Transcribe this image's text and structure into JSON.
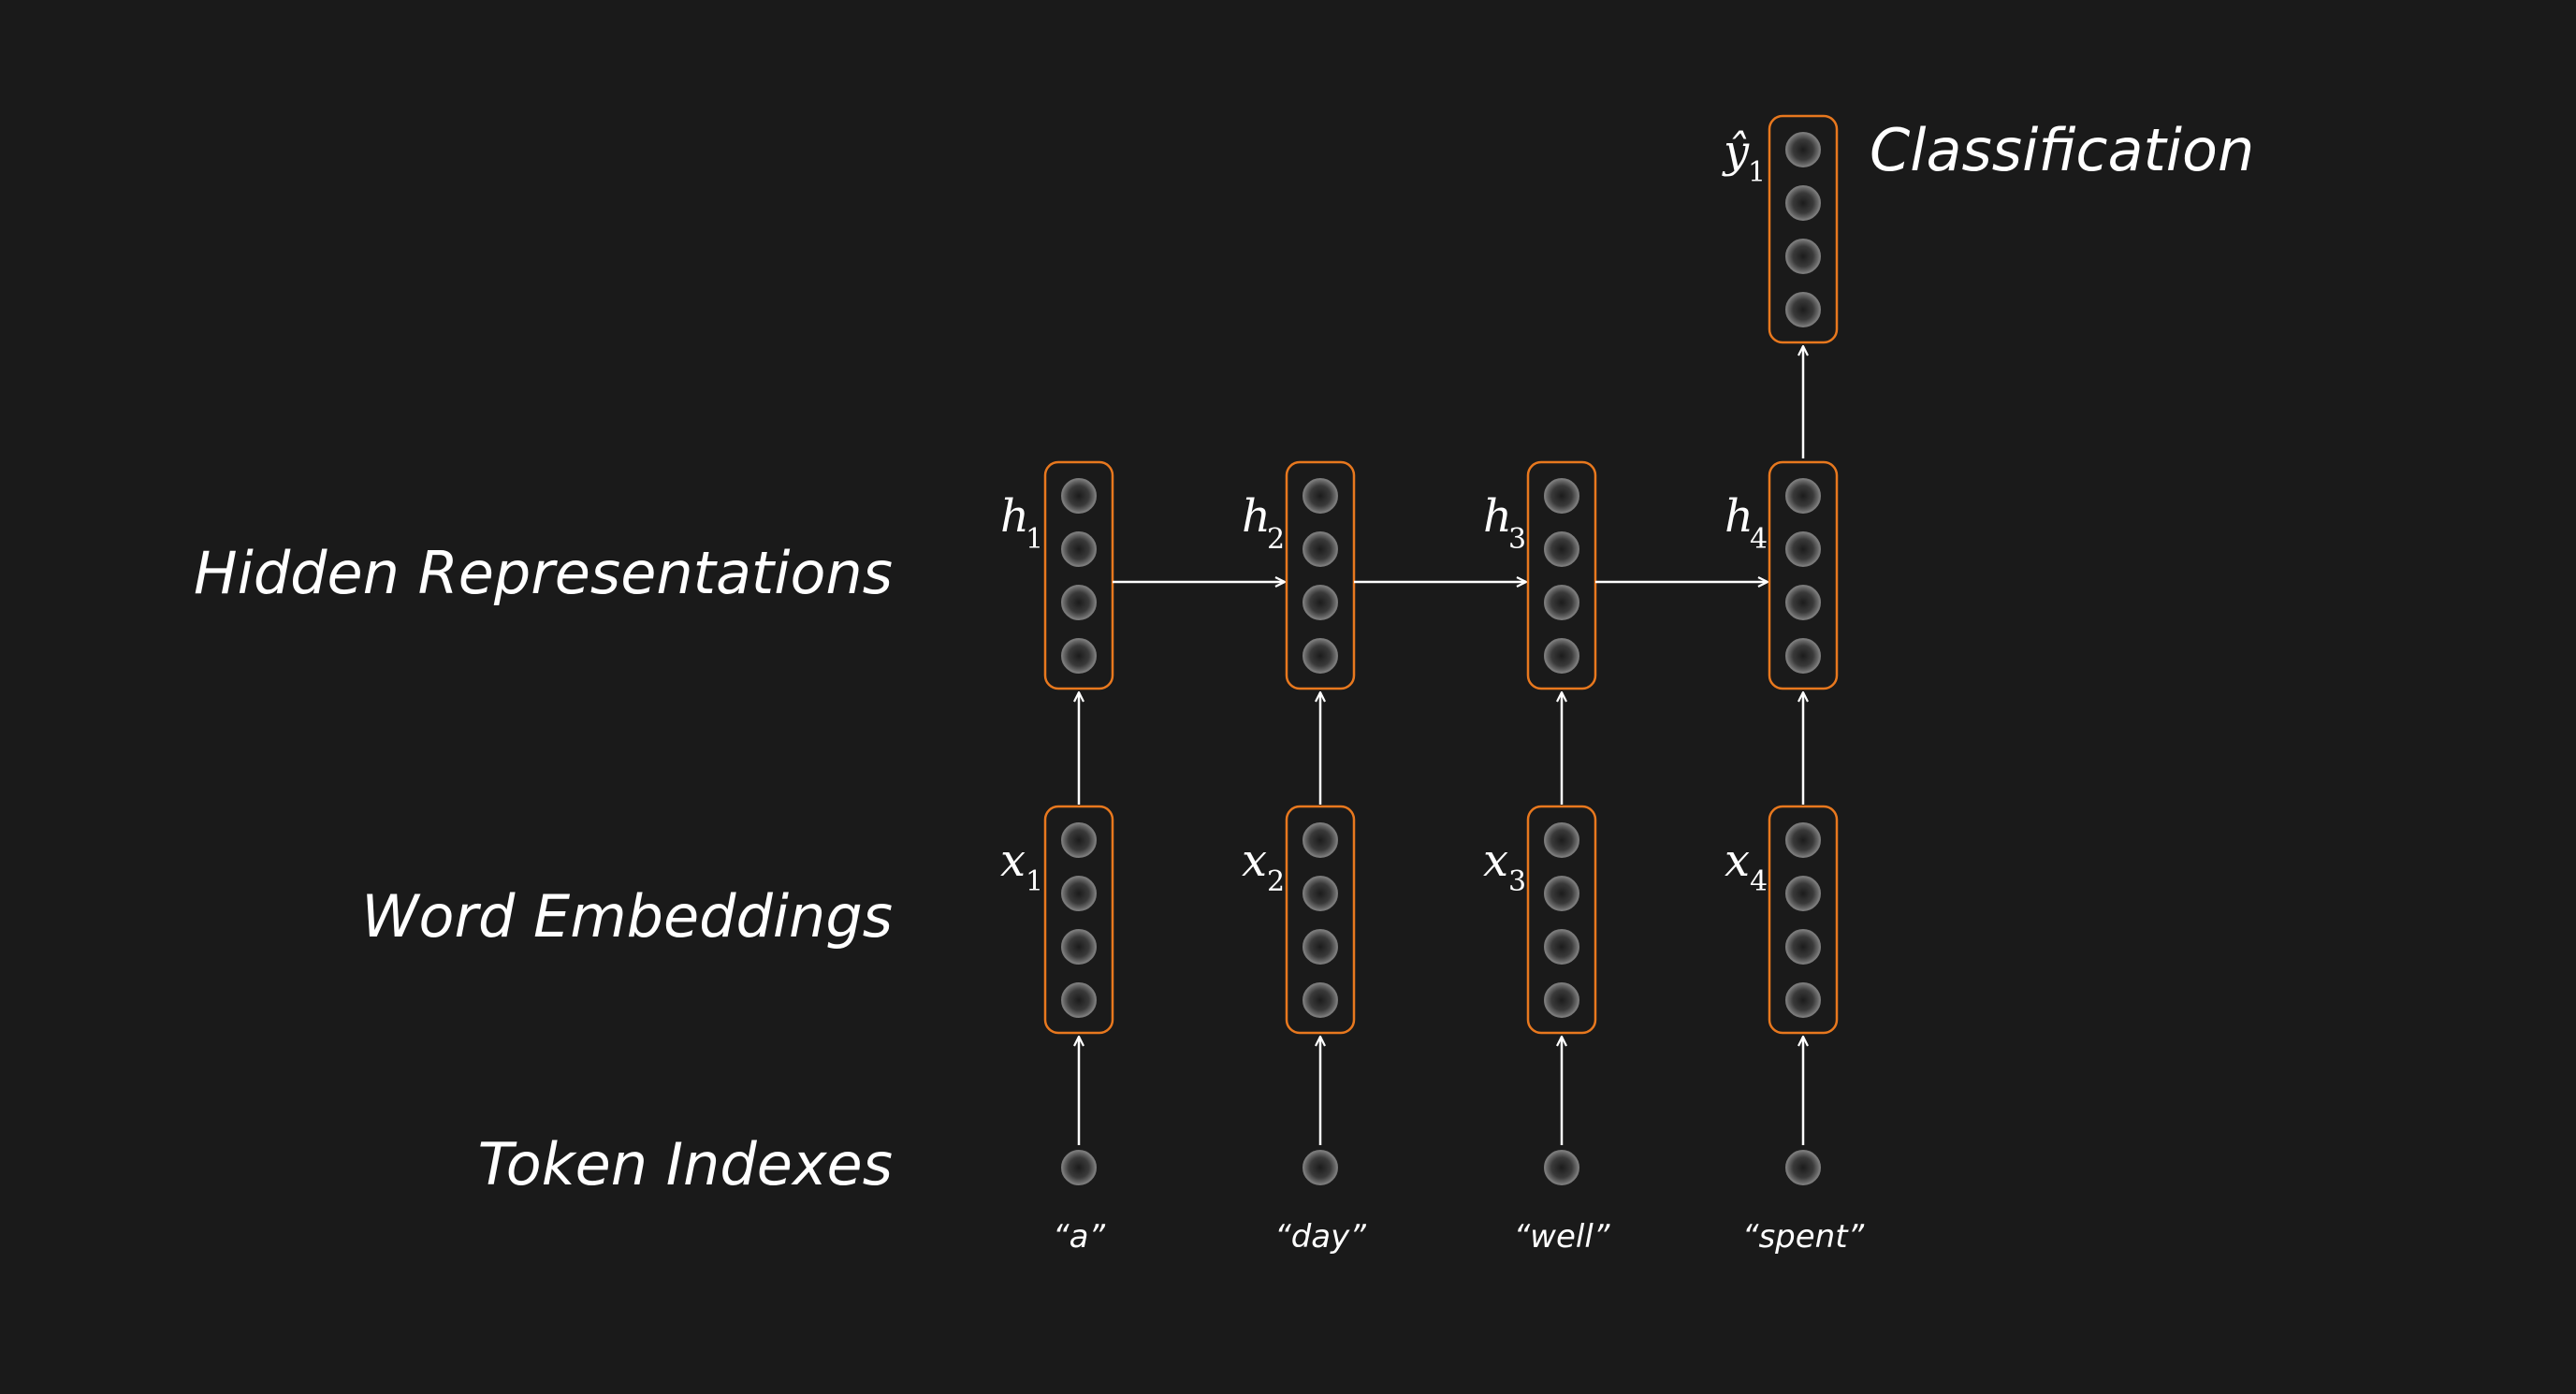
{
  "labels": {
    "classification": "Classification",
    "hidden": "Hidden Representations",
    "embeddings": "Word Embeddings",
    "tokens": "Token Indexes"
  },
  "output": {
    "symbol": "ŷ",
    "sub": "1"
  },
  "columns": [
    {
      "h": "h",
      "h_sub": "1",
      "x": "x",
      "x_sub": "1",
      "token": "“a”"
    },
    {
      "h": "h",
      "h_sub": "2",
      "x": "x",
      "x_sub": "2",
      "token": "“day”"
    },
    {
      "h": "h",
      "h_sub": "3",
      "x": "x",
      "x_sub": "3",
      "token": "“well”"
    },
    {
      "h": "h",
      "h_sub": "4",
      "x": "x",
      "x_sub": "4",
      "token": "“spent”"
    }
  ],
  "colors": {
    "background": "#1a1a1a",
    "box_border": "#e8781e",
    "arrow": "#ffffff",
    "text": "#ffffff"
  }
}
